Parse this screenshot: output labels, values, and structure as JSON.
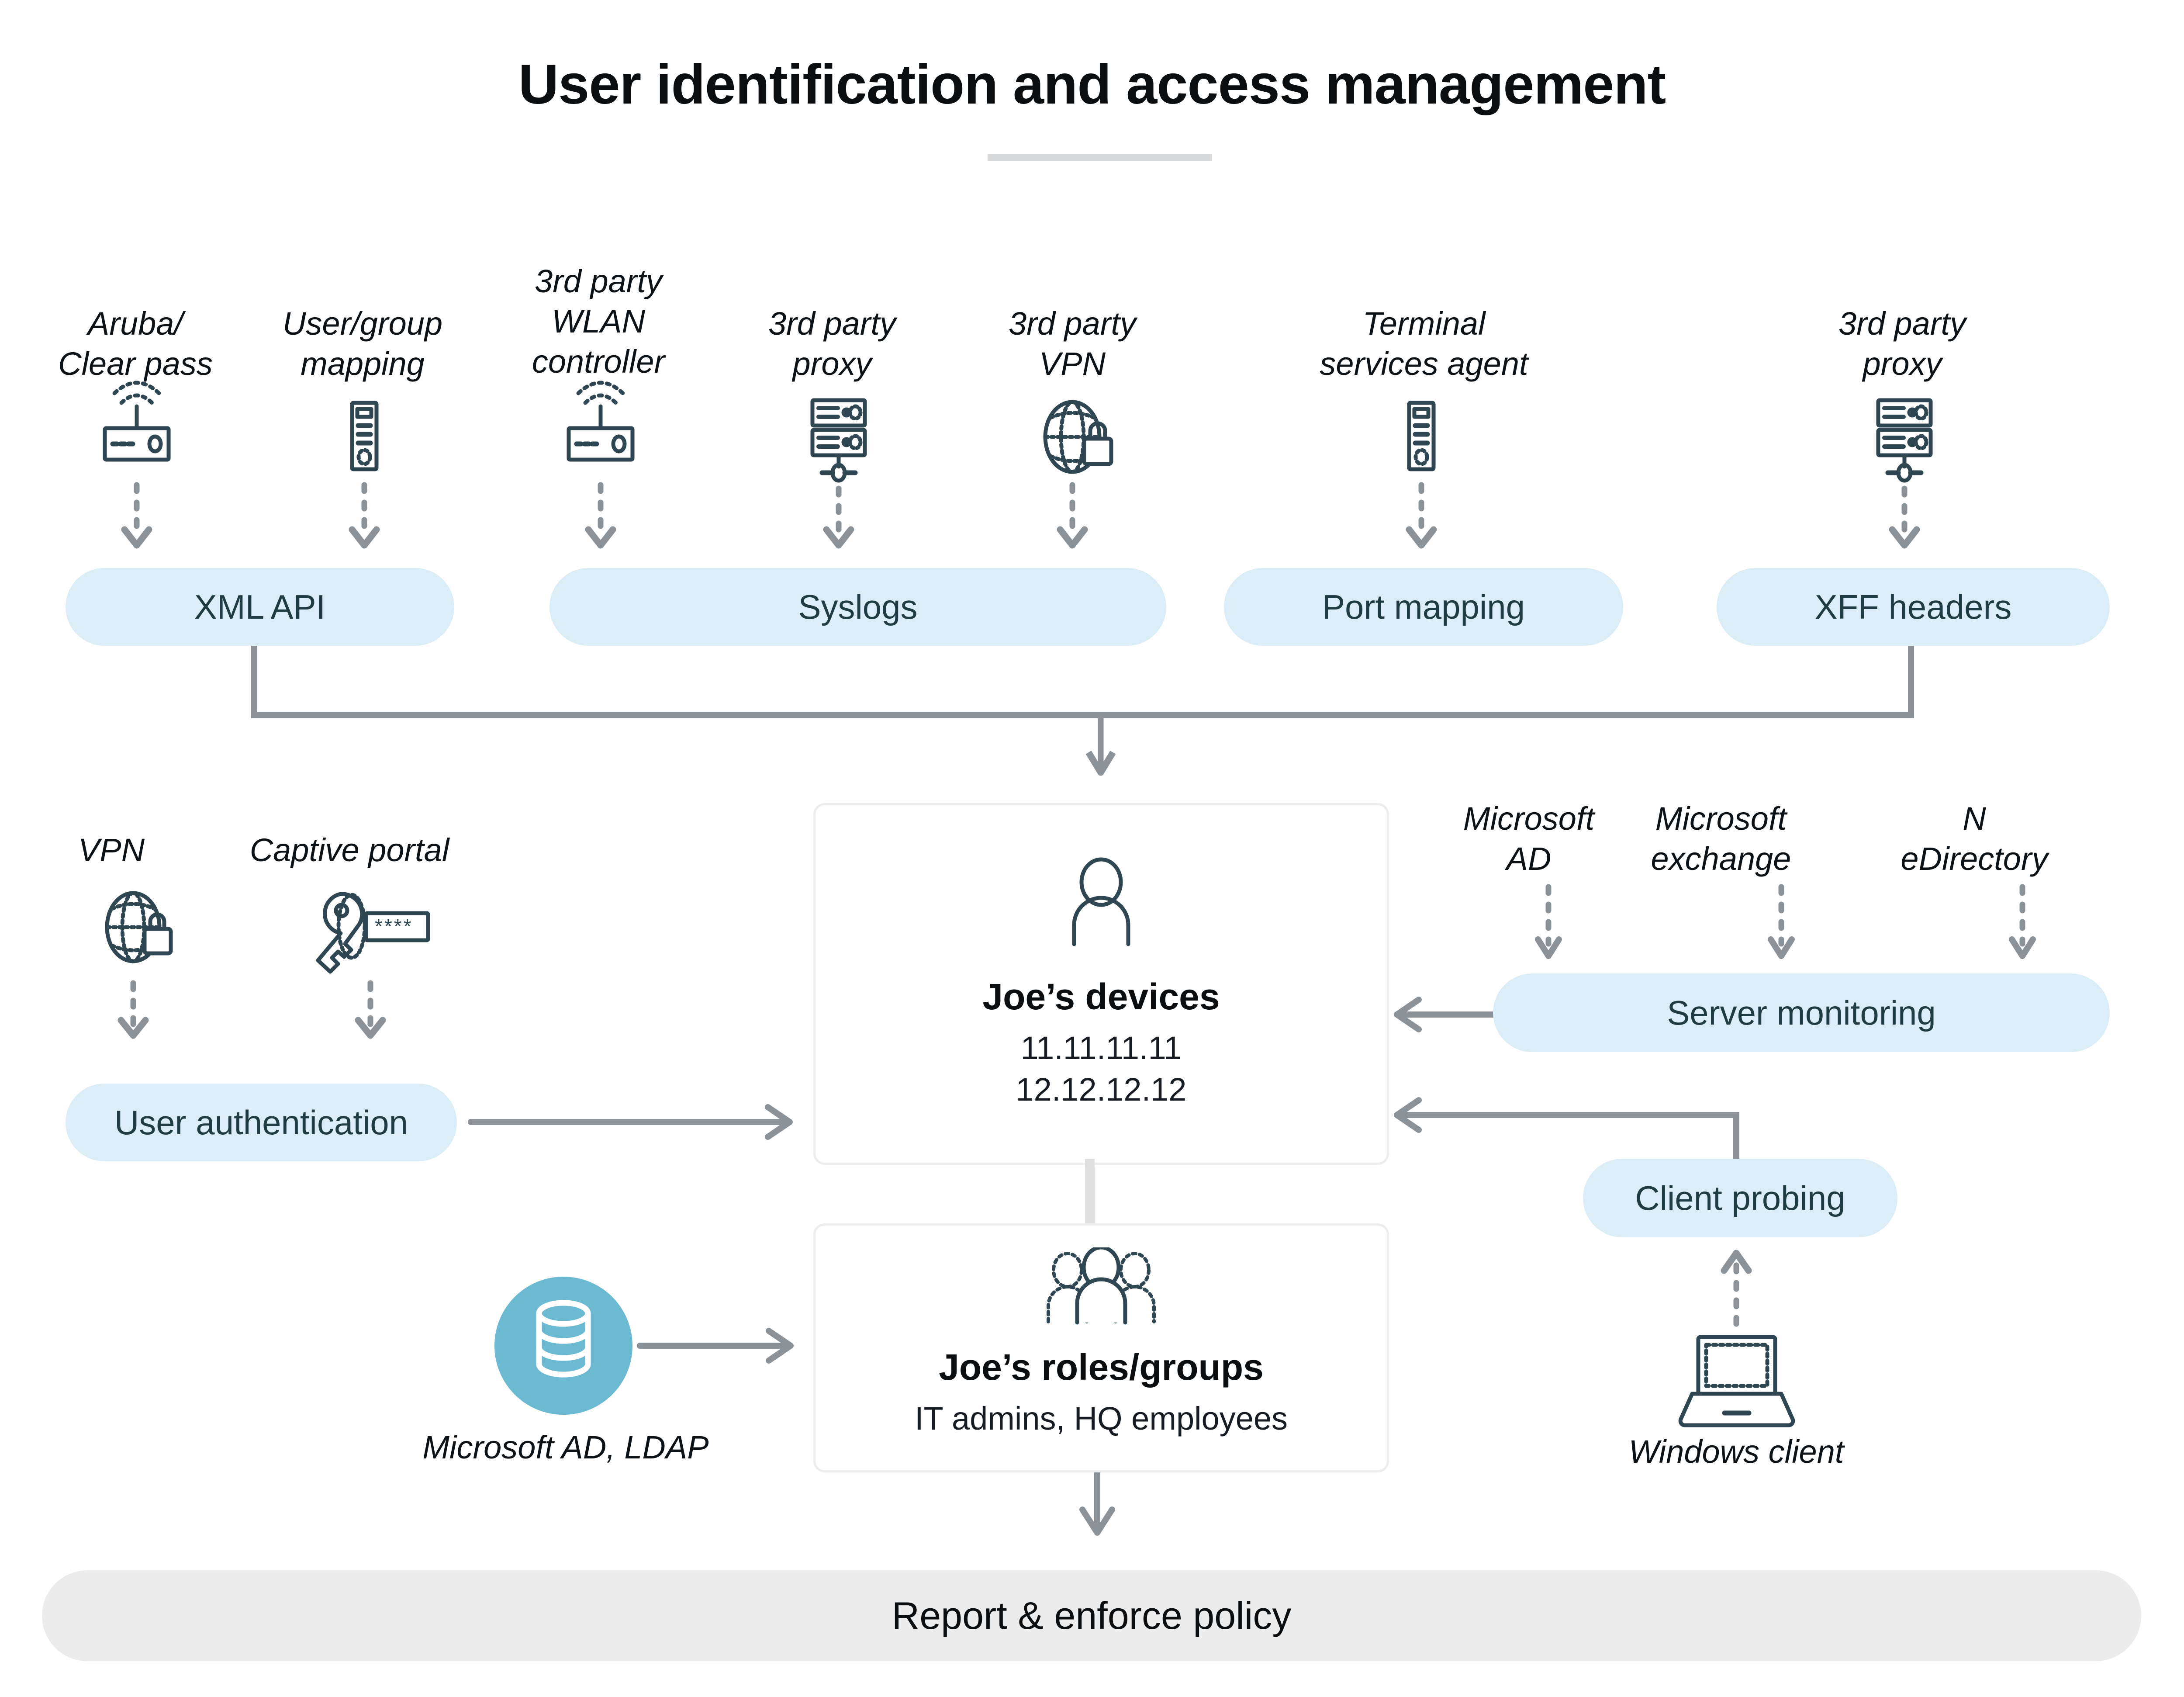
{
  "title": "User identification and access management",
  "sources_top": [
    {
      "label": "Aruba/\nClear pass",
      "icon": "wifi-router-icon"
    },
    {
      "label": "User/group\nmapping",
      "icon": "server-tower-icon"
    },
    {
      "label": "3rd party\nWLAN\ncontroller",
      "icon": "wifi-router-icon"
    },
    {
      "label": "3rd party\nproxy",
      "icon": "proxy-server-icon"
    },
    {
      "label": "3rd party\nVPN",
      "icon": "globe-lock-icon"
    },
    {
      "label": "Terminal\nservices agent",
      "icon": "server-tower-icon"
    },
    {
      "label": "3rd party\nproxy",
      "icon": "proxy-server-icon"
    }
  ],
  "pills_top": [
    {
      "label": "XML API"
    },
    {
      "label": "Syslogs"
    },
    {
      "label": "Port mapping"
    },
    {
      "label": "XFF headers"
    }
  ],
  "auth_sources": [
    {
      "label": "VPN",
      "icon": "globe-lock-icon"
    },
    {
      "label": "Captive portal",
      "icon": "key-password-icon"
    }
  ],
  "pill_user_auth": "User authentication",
  "devices_card": {
    "icon": "single-user-icon",
    "title": "Joe’s devices",
    "ip_1": "11.11.11.11",
    "ip_2": "12.12.12.12"
  },
  "server_sources": [
    {
      "label": "Microsoft\nAD"
    },
    {
      "label": "Microsoft\nexchange"
    },
    {
      "label": "N\neDirectory"
    }
  ],
  "pill_server_monitoring": "Server monitoring",
  "pill_client_probing": "Client probing",
  "windows_client": {
    "label": "Windows client",
    "icon": "laptop-icon"
  },
  "directory_source": {
    "label": "Microsoft AD, LDAP",
    "icon": "database-icon"
  },
  "roles_card": {
    "icon": "user-group-icon",
    "title": "Joe’s roles/groups",
    "subtitle": "IT admins, HQ employees"
  },
  "footer_bar": "Report & enforce policy",
  "colors": {
    "pill_blue": "#dbedf6",
    "pill_text": "#1f3b44",
    "footer_gray": "#ececec",
    "arrow_gray": "#8b9298",
    "icon_stroke": "#2f4653",
    "database_teal": "#6bbad2",
    "card_border": "#eceded",
    "connector_gray": "#e0e0e0"
  }
}
